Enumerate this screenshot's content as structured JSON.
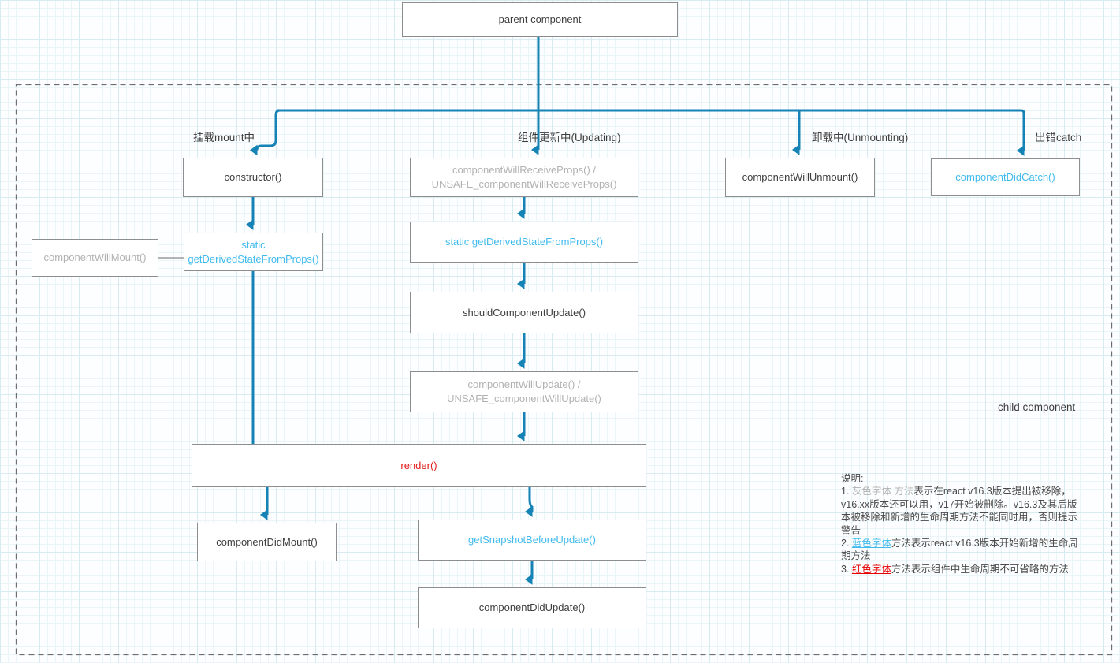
{
  "diagram": {
    "parent_label": "parent component",
    "child_label": "child component",
    "columns": {
      "mount": "挂载mount中",
      "updating": "组件更新中(Updating)",
      "unmounting": "卸载中(Unmounting)",
      "catch": "出错catch"
    },
    "nodes": {
      "constructor_fn": "constructor()",
      "component_will_mount": "componentWillMount()",
      "static_get_derived_state_mount": "static getDerivedStateFromProps()",
      "component_will_receive_props": "componentWillReceiveProps() / UNSAFE_componentWillReceiveProps()",
      "static_get_derived_state_updating": "static getDerivedStateFromProps()",
      "should_component_update": "shouldComponentUpdate()",
      "component_will_update": "componentWillUpdate() / UNSAFE_componentWillUpdate()",
      "render_fn": "render()",
      "component_did_mount": "componentDidMount()",
      "get_snapshot_before_update": "getSnapshotBeforeUpdate()",
      "component_did_update": "componentDidUpdate()",
      "component_will_unmount": "componentWillUnmount()",
      "component_did_catch": "componentDidCatch()"
    },
    "colors": {
      "connector_blue": "#1583b5",
      "new_method_cyan": "#41bbee",
      "required_red": "#e21d1d",
      "deprecated_gray": "#b2b2b2",
      "box_border": "#8e8e8e",
      "dashed_border": "#6e6e6e"
    }
  },
  "notes": {
    "title": "说明:",
    "items": [
      {
        "prefix": "1. ",
        "highlight": "灰色字体 方法",
        "text": "表示在react v16.3版本提出被移除，v16.xx版本还可以用，v17开始被删除。v16.3及其后版本被移除和新增的生命周期方法不能同时用，否则提示警告"
      },
      {
        "prefix": "2. ",
        "highlight": "蓝色字体",
        "text": "方法表示react v16.3版本开始新增的生命周期方法"
      },
      {
        "prefix": "3. ",
        "highlight": "红色字体",
        "text": "方法表示组件中生命周期不可省略的方法"
      }
    ]
  }
}
